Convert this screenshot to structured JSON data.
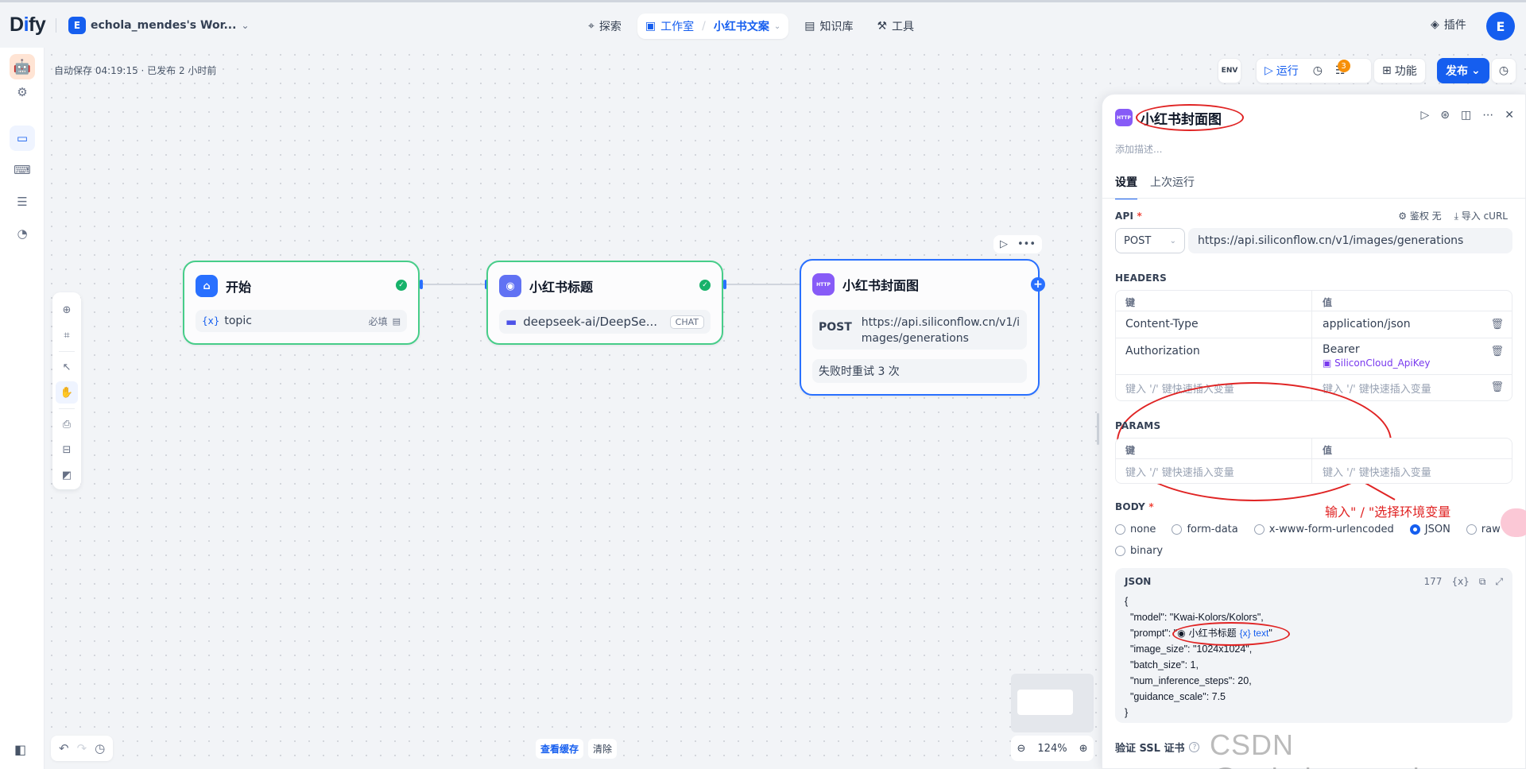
{
  "app": {
    "logo_a": "D",
    "logo_b": "i",
    "logo_c": "fy",
    "workspace_initial": "E",
    "workspace_name": "echola_mendes's Wor..."
  },
  "nav": {
    "explore": "探索",
    "studio": "工作室",
    "current_app": "小红书文案",
    "knowledge": "知识库",
    "tools": "工具",
    "plugins": "插件",
    "user_initial": "E"
  },
  "status": {
    "autosave": "自动保存 04:19:15 · 已发布 2 小时前"
  },
  "toolbar": {
    "env": "ENV",
    "run": "运行",
    "checklist_count": "3",
    "features": "功能",
    "publish": "发布"
  },
  "nodes": {
    "start": {
      "title": "开始",
      "var_prefix": "{x}",
      "var_name": "topic",
      "required": "必填"
    },
    "llm": {
      "title": "小红书标题",
      "model": "deepseek-ai/DeepSe...",
      "mode": "CHAT"
    },
    "http": {
      "title": "小红书封面图",
      "method": "POST",
      "url": "https://api.siliconflow.cn/v1/images/generations",
      "retry": "失败时重试 3 次"
    }
  },
  "canvas": {
    "view_cache": "查看缓存",
    "clear": "清除",
    "zoom": "124%"
  },
  "panel": {
    "icon_label": "HTTP",
    "title": "小红书封面图",
    "desc_placeholder": "添加描述...",
    "tabs": [
      "设置",
      "上次运行"
    ],
    "api_label": "API",
    "auth": "鉴权 无",
    "import_curl": "导入 cURL",
    "method": "POST",
    "url": "https://api.siliconflow.cn/v1/images/generations",
    "headers_label": "HEADERS",
    "col_key": "键",
    "col_value": "值",
    "headers": [
      {
        "key": "Content-Type",
        "value": "application/json"
      },
      {
        "key": "Authorization",
        "value": "Bearer",
        "env_var": "SiliconCloud_ApiKey"
      }
    ],
    "placeholder": "键入 '/' 键快速插入变量",
    "annotation": "输入\" / \"选择环境变量",
    "params_label": "PARAMS",
    "body_label": "BODY",
    "body_options": [
      {
        "label": "none",
        "selected": false
      },
      {
        "label": "form-data",
        "selected": false
      },
      {
        "label": "x-www-form-urlencoded",
        "selected": false
      },
      {
        "label": "JSON",
        "selected": true
      },
      {
        "label": "raw",
        "selected": false
      },
      {
        "label": "binary",
        "selected": false
      }
    ],
    "json_label": "JSON",
    "json_count": "177",
    "json_lines": [
      "{",
      "  \"model\": \"Kwai-Kolors/Kolors\",",
      "  \"image_size\": \"1024x1024\",",
      "  \"batch_size\": 1,",
      "  \"num_inference_steps\": 20,",
      "  \"guidance_scale\": 7.5",
      "}"
    ],
    "prompt_key": "  \"prompt\": \"",
    "prompt_node": "小红书标题",
    "prompt_var": "{x} text",
    "ssl": "验证 SSL 证书"
  },
  "watermark": "CSDN @echola_mendes"
}
